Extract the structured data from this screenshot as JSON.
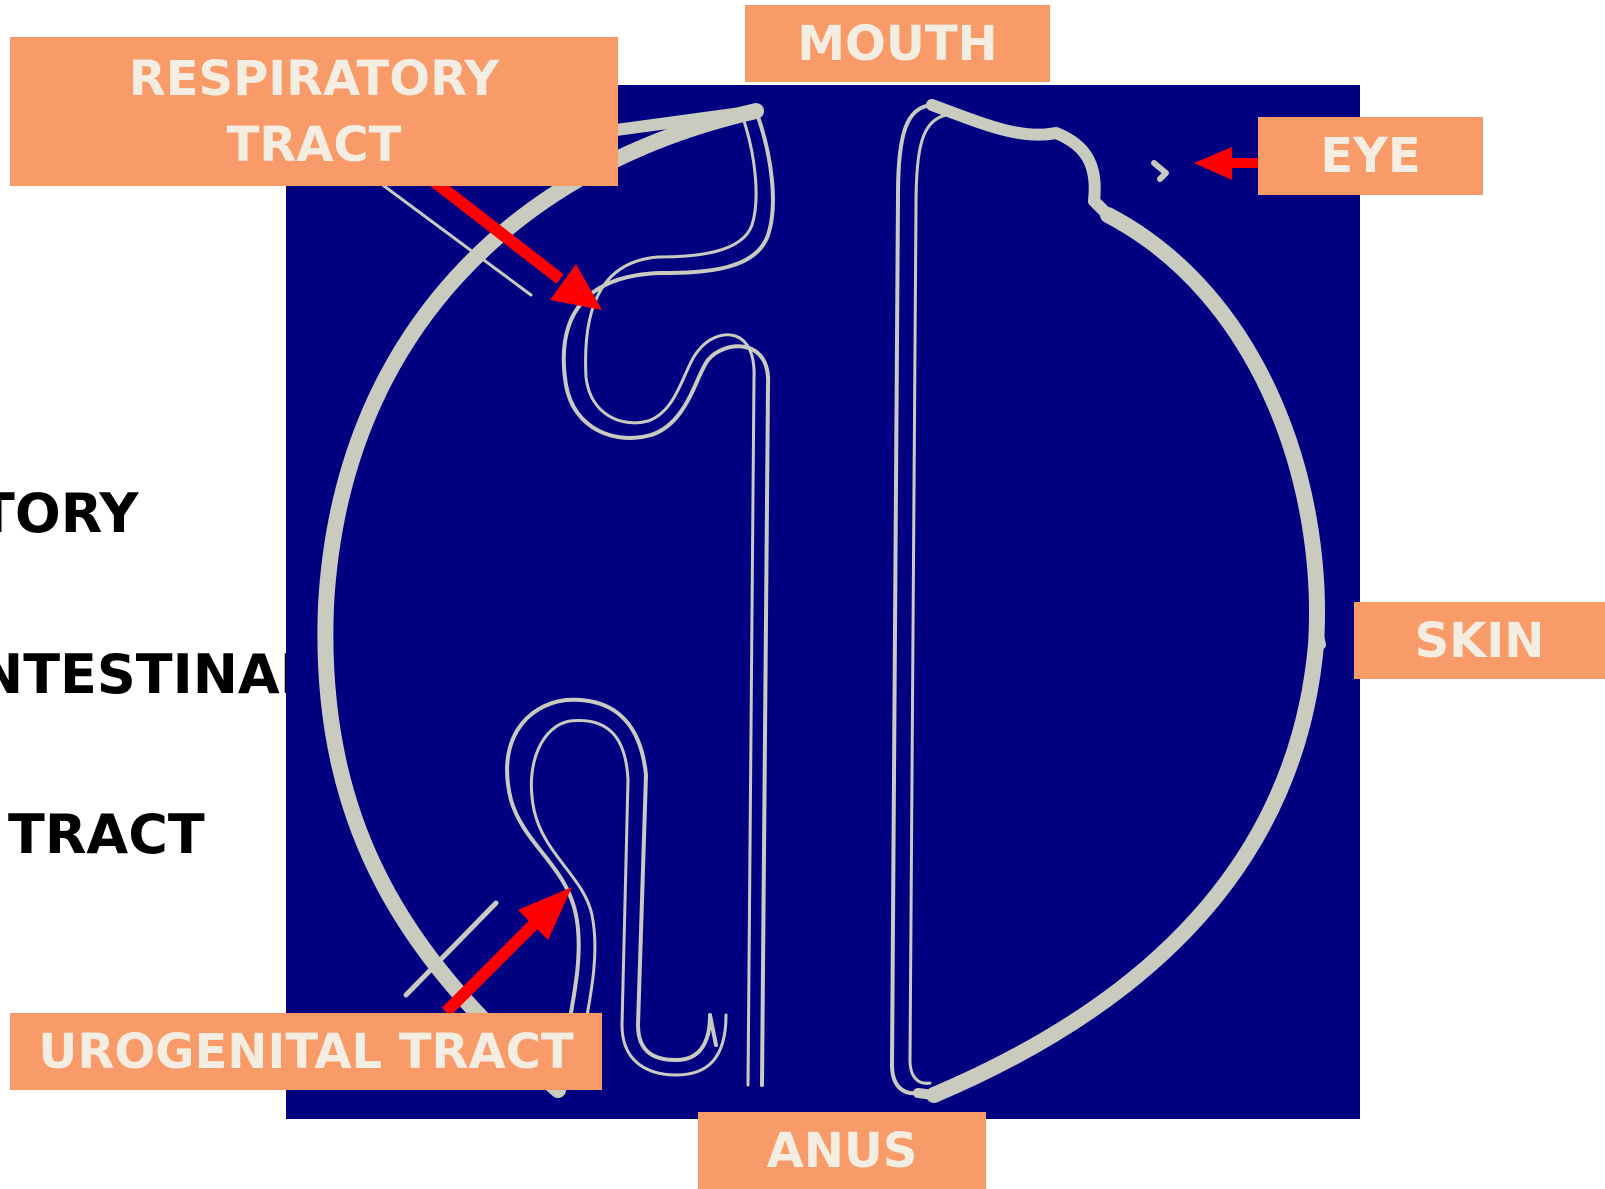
{
  "background_text": {
    "line1": "TORY",
    "line2": "NTESTINAL",
    "line3": "TRACT"
  },
  "labels": {
    "respiratory_line1": "RESPIRATORY",
    "respiratory_line2": "TRACT",
    "mouth": "MOUTH",
    "eye": "EYE",
    "skin": "SKIN",
    "urogenital": "UROGENITAL TRACT",
    "anus": "ANUS"
  },
  "colors": {
    "diagram_background": "#010080",
    "outline": "#c9cbbf",
    "label_background": "#f99a69",
    "label_text": "#f4eee2",
    "arrow": "#ff0000"
  }
}
